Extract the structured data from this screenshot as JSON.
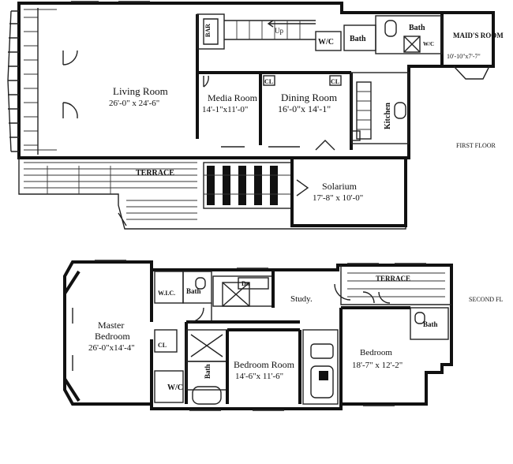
{
  "floors": {
    "first": {
      "label": "FIRST FLOOR",
      "rooms": [
        {
          "id": "living",
          "name": "Living Room",
          "dims": "26'-0\" x 24'-6\""
        },
        {
          "id": "media",
          "name": "Media Room",
          "dims": "14'-1\"x11'-0\""
        },
        {
          "id": "dining",
          "name": "Dining Room",
          "dims": "16'-0\"x 14'-1\""
        },
        {
          "id": "solarium",
          "name": "Solarium",
          "dims": "17'-8\" x 10'-0\""
        },
        {
          "id": "maids",
          "name": "MAID'S ROOM",
          "dims": "10'-10\"x7'-7\""
        }
      ],
      "small_labels": {
        "bar": "BAR",
        "up": "Up",
        "wc": "W/C",
        "bath1": "Bath",
        "bath2": "Bath",
        "wic": "W/C",
        "cl_media": "CL",
        "cl_dining": "CL",
        "kitchen": "Kitchen",
        "terrace": "TERRACE"
      }
    },
    "second": {
      "label": "SECOND FL",
      "rooms": [
        {
          "id": "master",
          "name": "Master Bedroom",
          "name_line1": "Master",
          "name_line2": "Bedroom",
          "dims": "26'-0\"x14'-4\""
        },
        {
          "id": "bedroom_room",
          "name": "Bedroom Room",
          "dims": "14'-6\"x 11'-6\""
        },
        {
          "id": "bedroom",
          "name": "Bedroom",
          "dims": "18'-7\" x 12'-2\""
        },
        {
          "id": "study",
          "name": "Study.",
          "dims": ""
        }
      ],
      "small_labels": {
        "wlc": "W.I.C.",
        "bath_master": "Bath",
        "dn": "Dn",
        "cl": "CL",
        "bath_mid": "Bath",
        "wc": "W/C",
        "bath_right": "Bath",
        "terrace": "TERRACE"
      }
    }
  }
}
